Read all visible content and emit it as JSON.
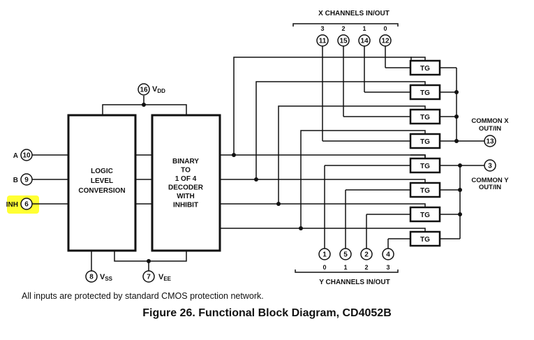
{
  "diagram": {
    "blocks": {
      "logic_level_conversion": [
        "LOGIC",
        "LEVEL",
        "CONVERSION"
      ],
      "decoder": [
        "BINARY",
        "TO",
        "1 OF 4",
        "DECODER",
        "WITH",
        "INHIBIT"
      ]
    },
    "inputs": [
      {
        "label": "A",
        "pin": "10",
        "highlighted": false
      },
      {
        "label": "B",
        "pin": "9",
        "highlighted": false
      },
      {
        "label": "INH",
        "pin": "6",
        "highlighted": true
      }
    ],
    "highlight_color": "#ffff33",
    "supply": {
      "vdd": {
        "pin": "16",
        "label": "V",
        "sub": "DD"
      },
      "vss": {
        "pin": "8",
        "label": "V",
        "sub": "SS"
      },
      "vee": {
        "pin": "7",
        "label": "V",
        "sub": "EE"
      }
    },
    "x_channels": {
      "title": "X CHANNELS IN/OUT",
      "channels": [
        {
          "channel": "3",
          "pin": "11"
        },
        {
          "channel": "2",
          "pin": "15"
        },
        {
          "channel": "1",
          "pin": "14"
        },
        {
          "channel": "0",
          "pin": "12"
        }
      ]
    },
    "y_channels": {
      "title": "Y CHANNELS IN/OUT",
      "channels": [
        {
          "channel": "0",
          "pin": "1"
        },
        {
          "channel": "1",
          "pin": "5"
        },
        {
          "channel": "2",
          "pin": "2"
        },
        {
          "channel": "3",
          "pin": "4"
        }
      ]
    },
    "tg_label": "TG",
    "tg_count": 8,
    "common_x": {
      "pin": "13",
      "label_lines": [
        "COMMON  X",
        "OUT/IN"
      ]
    },
    "common_y": {
      "pin": "3",
      "label_lines": [
        "COMMON  Y",
        "OUT/IN"
      ]
    }
  },
  "note": "All inputs are protected by standard CMOS protection network.",
  "caption": "Figure 26.  Functional Block Diagram, CD4052B"
}
